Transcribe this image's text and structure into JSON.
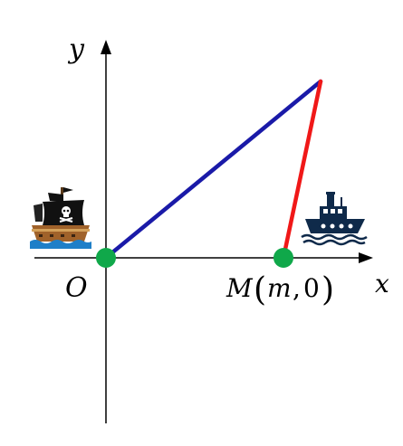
{
  "axes": {
    "x_label": "x",
    "y_label": "y"
  },
  "points": {
    "origin_label": "O",
    "m_label": "M",
    "m_coord_var": "m",
    "m_coord_sep": ",",
    "m_coord_zero": "0"
  },
  "colors": {
    "axis": "#000000",
    "blue_segment": "#1a1aa8",
    "red_segment": "#f01818",
    "point_fill": "#10a84a",
    "sea_blue": "#1e7fc8",
    "hull_brown": "#a0622a",
    "sail_black": "#111111",
    "tug_navy": "#0f2a4a"
  },
  "icons": {
    "left": "pirate-ship-icon",
    "right": "tugboat-icon"
  }
}
